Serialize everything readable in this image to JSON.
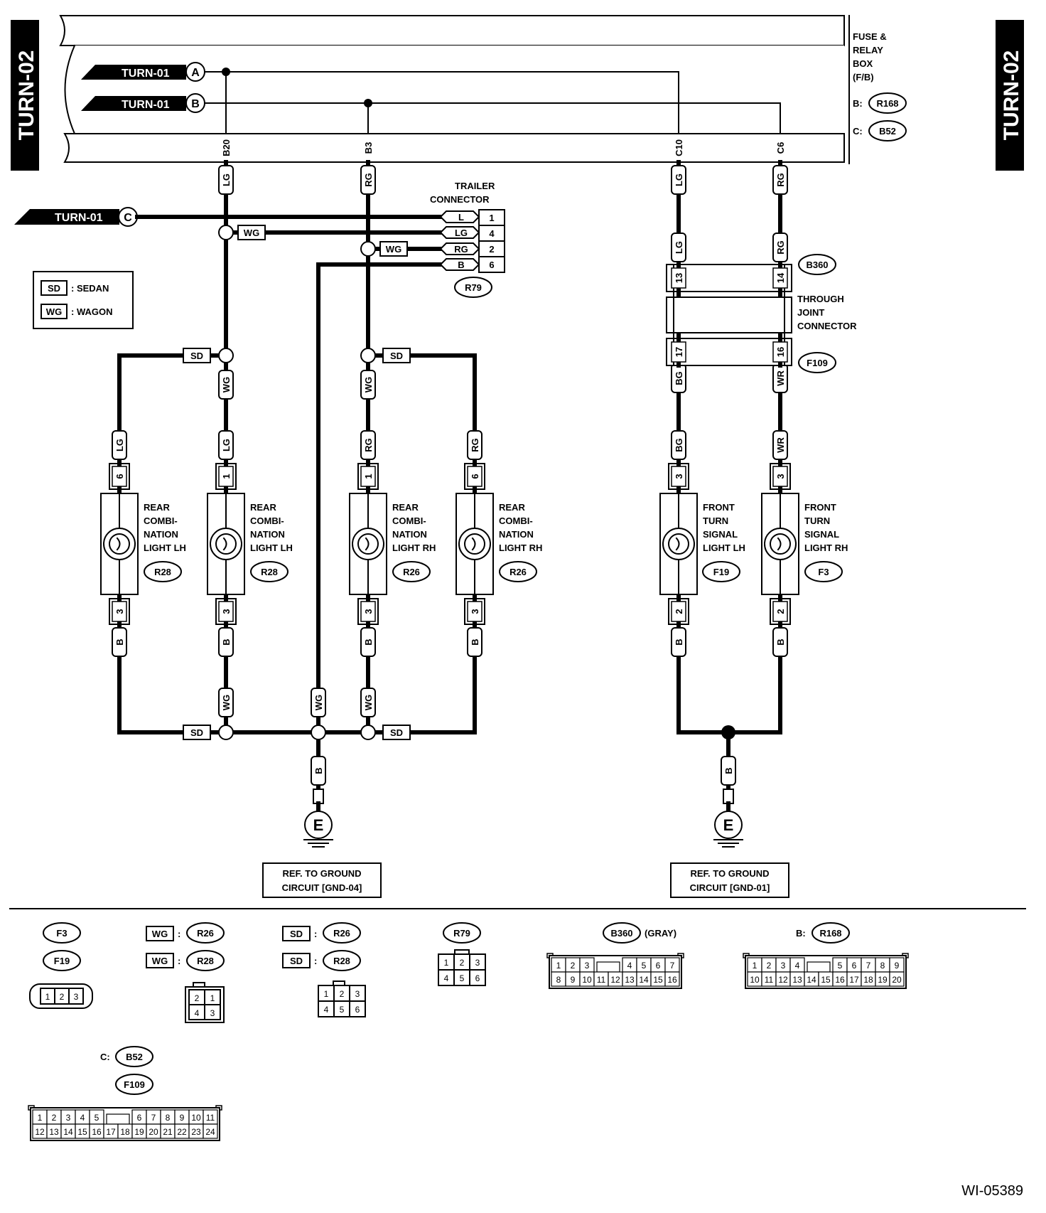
{
  "page_code": "TURN-02",
  "figure_id": "WI-05389",
  "fuse_box": {
    "title_lines": [
      "FUSE &",
      "RELAY",
      "BOX",
      "(F/B)"
    ],
    "conn_b": "B:",
    "conn_b_code": "R168",
    "conn_c": "C:",
    "conn_c_code": "B52"
  },
  "refs": [
    {
      "page": "TURN-01",
      "letter": "A"
    },
    {
      "page": "TURN-01",
      "letter": "B"
    },
    {
      "page": "TURN-01",
      "letter": "C"
    }
  ],
  "terminals": [
    "B20",
    "B3",
    "C10",
    "C6"
  ],
  "wire_colors": [
    "LG",
    "RG",
    "WG",
    "B",
    "BG",
    "WR",
    "L"
  ],
  "legend": [
    {
      "code": "SD",
      "text": ": SEDAN"
    },
    {
      "code": "WG",
      "text": ": WAGON"
    }
  ],
  "trailer": {
    "title_lines": [
      "TRAILER",
      "CONNECTOR"
    ],
    "code": "R79",
    "rows": [
      {
        "wire": "L",
        "pin": "1"
      },
      {
        "wire": "LG",
        "pin": "4"
      },
      {
        "wire": "RG",
        "pin": "2"
      },
      {
        "wire": "B",
        "pin": "6"
      }
    ]
  },
  "joint": {
    "title_lines": [
      "THROUGH",
      "JOINT",
      "CONNECTOR"
    ],
    "top_code": "B360",
    "bottom_code": "F109",
    "pins": [
      "13",
      "14",
      "17",
      "16"
    ]
  },
  "lamps": [
    {
      "lines": [
        "REAR",
        "COMBI-",
        "NATION",
        "LIGHT LH"
      ],
      "code": "R28",
      "top_pin": "6",
      "bottom_pin": "3"
    },
    {
      "lines": [
        "REAR",
        "COMBI-",
        "NATION",
        "LIGHT LH"
      ],
      "code": "R28",
      "top_pin": "1",
      "bottom_pin": "3"
    },
    {
      "lines": [
        "REAR",
        "COMBI-",
        "NATION",
        "LIGHT RH"
      ],
      "code": "R26",
      "top_pin": "1",
      "bottom_pin": "3"
    },
    {
      "lines": [
        "REAR",
        "COMBI-",
        "NATION",
        "LIGHT RH"
      ],
      "code": "R26",
      "top_pin": "6",
      "bottom_pin": "3"
    },
    {
      "lines": [
        "FRONT",
        "TURN",
        "SIGNAL",
        "LIGHT LH"
      ],
      "code": "F19",
      "top_pin": "3",
      "bottom_pin": "2"
    },
    {
      "lines": [
        "FRONT",
        "TURN",
        "SIGNAL",
        "LIGHT RH"
      ],
      "code": "F3",
      "top_pin": "3",
      "bottom_pin": "2"
    }
  ],
  "grounds": [
    {
      "symbol": "E",
      "lines": [
        "REF. TO GROUND",
        "CIRCUIT [GND-04]"
      ]
    },
    {
      "symbol": "E",
      "lines": [
        "REF. TO GROUND",
        "CIRCUIT [GND-01]"
      ]
    }
  ],
  "connector_views": {
    "f3_f19": {
      "codes": [
        "F3",
        "F19"
      ],
      "pins": [
        "1",
        "2",
        "3"
      ]
    },
    "wg": {
      "tag": "WG",
      "sep": ":",
      "codes": [
        "R26",
        "R28"
      ],
      "pins": [
        "2",
        "1",
        "4",
        "3"
      ]
    },
    "sd": {
      "tag": "SD",
      "sep": ":",
      "codes": [
        "R26",
        "R28"
      ],
      "pins": [
        "1",
        "2",
        "3",
        "4",
        "5",
        "6"
      ]
    },
    "r79": {
      "code": "R79",
      "pins": [
        "1",
        "2",
        "3",
        "4",
        "5",
        "6"
      ]
    },
    "b360": {
      "code": "B360",
      "note": "(GRAY)",
      "pins_top": [
        "1",
        "2",
        "3",
        "4",
        "5",
        "6",
        "7"
      ],
      "pins_bottom": [
        "8",
        "9",
        "10",
        "11",
        "12",
        "13",
        "14",
        "15",
        "16"
      ]
    },
    "r168": {
      "prefix": "B:",
      "code": "R168",
      "pins_top": [
        "1",
        "2",
        "3",
        "4",
        "5",
        "6",
        "7",
        "8",
        "9"
      ],
      "pins_bottom": [
        "10",
        "11",
        "12",
        "13",
        "14",
        "15",
        "16",
        "17",
        "18",
        "19",
        "20"
      ]
    },
    "b52": {
      "prefix": "C:",
      "codes": [
        "B52",
        "F109"
      ],
      "pins_top": [
        "1",
        "2",
        "3",
        "4",
        "5",
        "6",
        "7",
        "8",
        "9",
        "10",
        "11"
      ],
      "pins_bottom": [
        "12",
        "13",
        "14",
        "15",
        "16",
        "17",
        "18",
        "19",
        "20",
        "21",
        "22",
        "23",
        "24"
      ]
    }
  }
}
